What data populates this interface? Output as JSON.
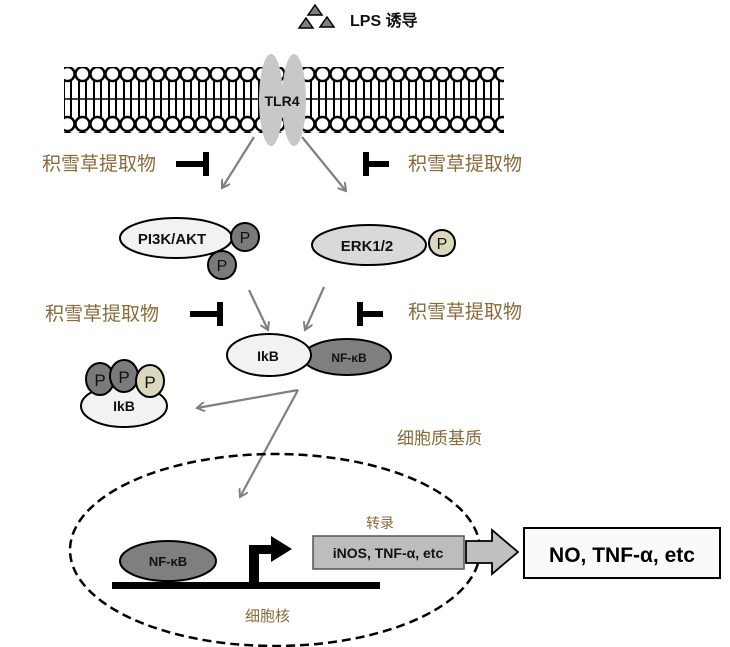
{
  "stimulus": {
    "label": "LPS 诱导"
  },
  "receptor": {
    "label": "TLR4"
  },
  "inhibitor_label": "积雪草提取物",
  "inhibitors": [
    {
      "id": "pi3k-upstream",
      "label": "积雪草提取物"
    },
    {
      "id": "erk-upstream",
      "label": "积雪草提取物"
    },
    {
      "id": "pi3k-downstream",
      "label": "积雪草提取物"
    },
    {
      "id": "erk-downstream",
      "label": "积雪草提取物"
    }
  ],
  "nodes": {
    "pi3k_akt": "PI3K/AKT",
    "erk": "ERK1/2",
    "phospho": "P",
    "ikb": "IkB",
    "nfkb": "NF-κB",
    "ikb_phospho": "IkB",
    "nfkb_nucleus": "NF-κB"
  },
  "regions": {
    "cytoplasm": "细胞质基质",
    "nucleus": "细胞核"
  },
  "transcription": {
    "label": "转录",
    "genes": "iNOS, TNF-α, etc"
  },
  "output": {
    "label": "NO, TNF-α, etc"
  },
  "colors": {
    "annotation": "#8a6a3a",
    "arrow": "#808080",
    "phospho_dark": "#7a7a7a",
    "phospho_light": "#dcd8c0",
    "node_light": "#f2f2f2",
    "node_mid": "#d9d9d9",
    "node_dark": "#7f7f7f"
  }
}
